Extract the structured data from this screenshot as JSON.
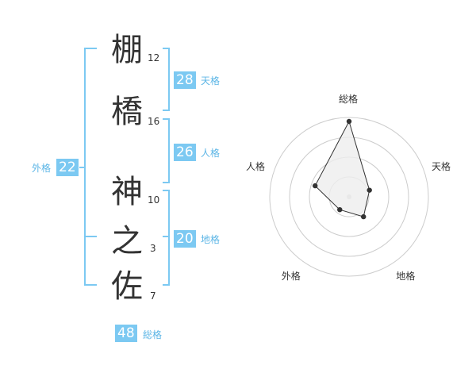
{
  "colors": {
    "accent": "#7cc9f2",
    "accent_text": "#5db6e6",
    "text": "#333333",
    "ring": "#cccccc",
    "polygon_fill": "#eeeeee"
  },
  "name": {
    "chars": [
      {
        "char": "棚",
        "strokes": "12"
      },
      {
        "char": "橋",
        "strokes": "16"
      },
      {
        "char": "神",
        "strokes": "10"
      },
      {
        "char": "之",
        "strokes": "3"
      },
      {
        "char": "佐",
        "strokes": "7"
      }
    ]
  },
  "fortunes": {
    "tenkaku": {
      "value": "28",
      "label": "天格"
    },
    "jinkaku": {
      "value": "26",
      "label": "人格"
    },
    "chikaku": {
      "value": "20",
      "label": "地格"
    },
    "gaikaku": {
      "value": "22",
      "label": "外格"
    },
    "soukaku": {
      "value": "48",
      "label": "総格"
    }
  },
  "chart_data": {
    "type": "radar",
    "axes": [
      "総格",
      "天格",
      "地格",
      "外格",
      "人格"
    ],
    "values": [
      0.95,
      0.27,
      0.31,
      0.2,
      0.45
    ],
    "rings": 4,
    "range": [
      0,
      1
    ]
  }
}
